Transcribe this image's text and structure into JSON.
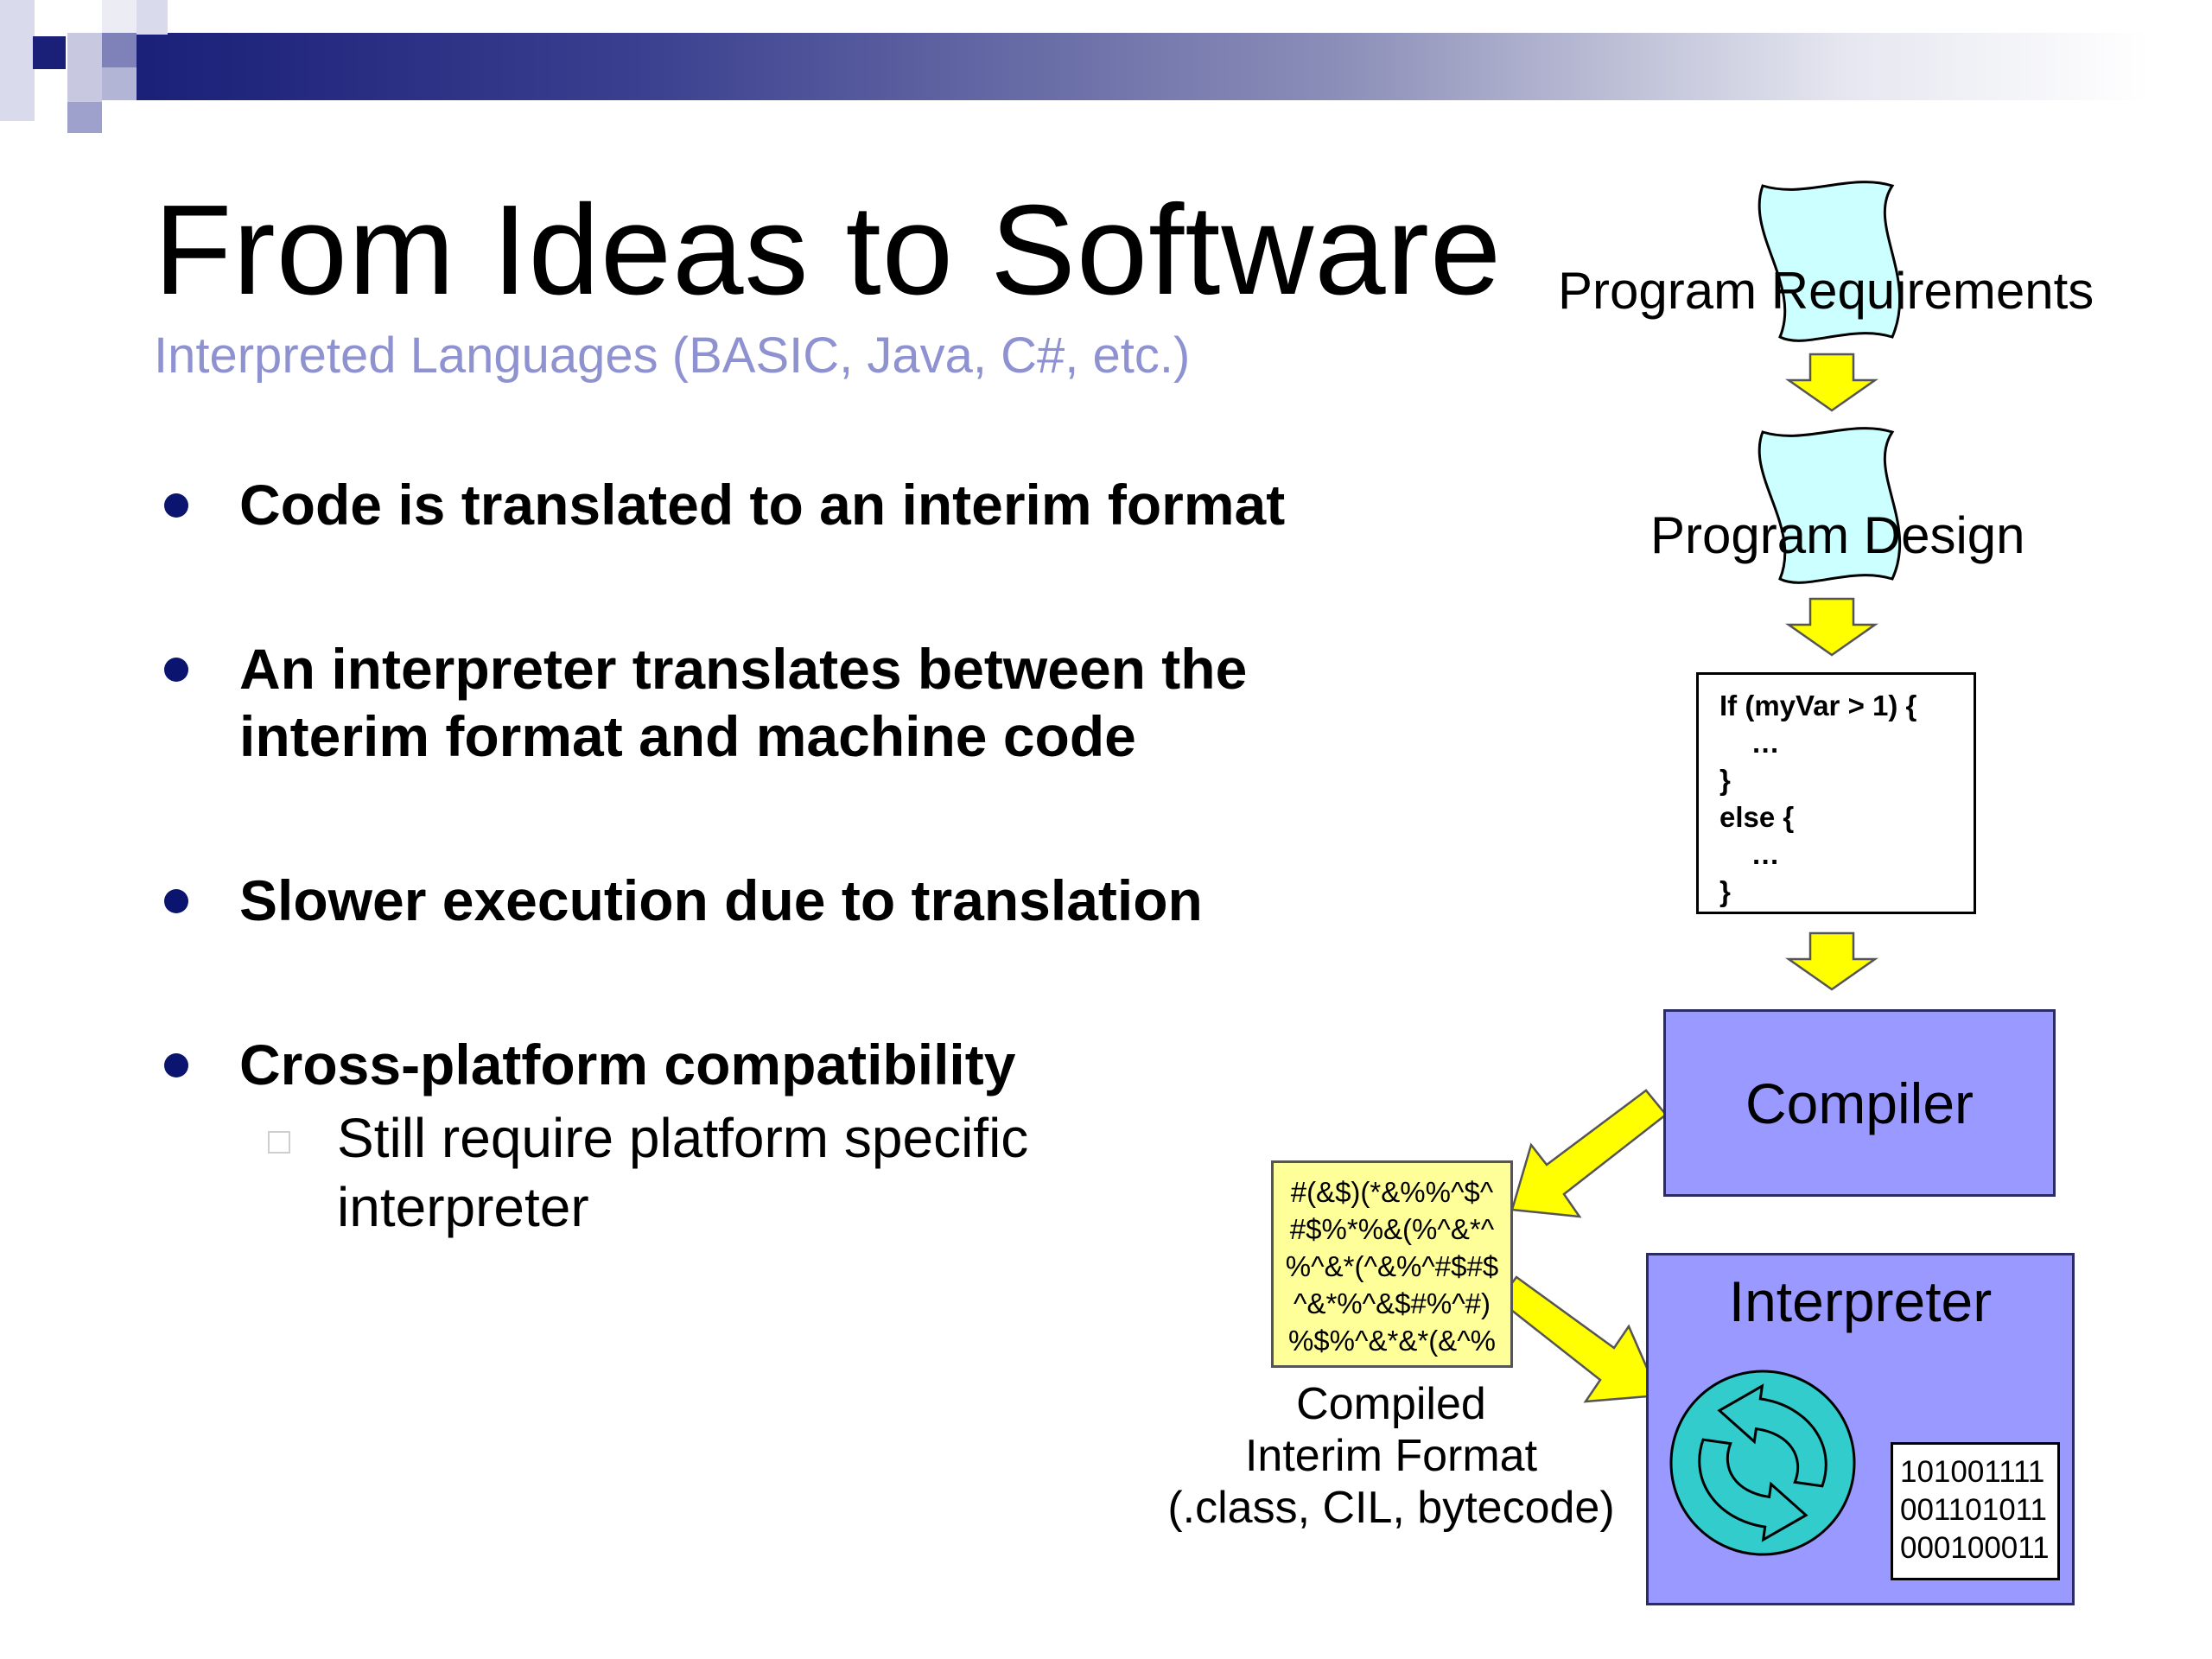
{
  "slide": {
    "title": "From Ideas to Software",
    "subtitle": "Interpreted Languages (BASIC, Java, C#, etc.)",
    "bullets": [
      "Code is translated to an interim format",
      "An interpreter translates between the interim format and machine code",
      "Slower execution due to translation",
      "Cross-platform compatibility"
    ],
    "sub_bullet": "Still require platform specific interpreter"
  },
  "diagram": {
    "requirements_label": "Program Requirements",
    "design_label": "Program Design",
    "code_lines": [
      "If (myVar > 1) {",
      "    …",
      "}",
      "else {",
      "    …",
      "}"
    ],
    "compiler_label": "Compiler",
    "interpreter_label": "Interpreter",
    "interim_lines": [
      "#(&$)(*&%%^$^",
      "#$%*%&(%^&*^",
      "%^&*(^&%^#$#$",
      "^&*%^&$#%^#)",
      "%$%^&*&*(&^%"
    ],
    "interim_caption": [
      "Compiled",
      "Interim Format",
      "(.class, CIL, bytecode)"
    ],
    "binary_lines": [
      "101001111",
      "001101011",
      "000100011"
    ]
  },
  "colors": {
    "accent": "#9999ff",
    "subtitle": "#8f92d0",
    "bullet": "#0b1570",
    "document": "#ccffff",
    "arrow": "#ffff00",
    "interim": "#ffff99",
    "cycle": "#33cccc"
  }
}
